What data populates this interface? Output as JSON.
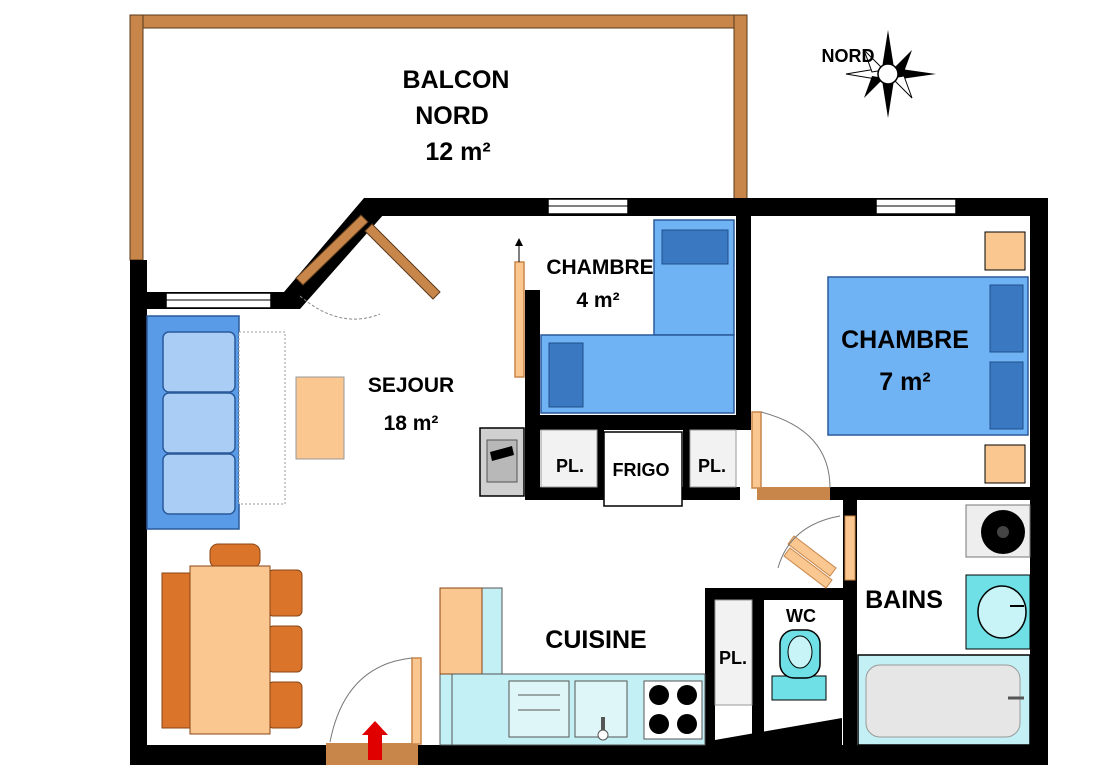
{
  "compass": {
    "label": "NORD"
  },
  "rooms": {
    "balcon": {
      "name": "BALCON",
      "orientation": "NORD",
      "area": "12 m²"
    },
    "chambre_small": {
      "name": "CHAMBRE",
      "area": "4 m²"
    },
    "chambre_large": {
      "name": "CHAMBRE",
      "area": "7 m²"
    },
    "sejour": {
      "name": "SEJOUR",
      "area": "18 m²"
    },
    "cuisine": {
      "name": "CUISINE"
    },
    "bains": {
      "name": "BAINS"
    },
    "wc": {
      "name": "WC"
    }
  },
  "storage": {
    "placard_1": "PL.",
    "placard_2": "PL.",
    "placard_3": "PL.",
    "frigo": "FRIGO"
  },
  "colors": {
    "wall": "#000000",
    "balcony_rail": "#c8864a",
    "bed": "#6fb3f5",
    "pillow": "#3a78c2",
    "sofa": "#5a9be8",
    "table": "#f9c78f",
    "chair": "#d9742a",
    "bath": "#c3f0f5",
    "nightstand": "#f9c78f",
    "entrance_arrow": "#e00000"
  }
}
